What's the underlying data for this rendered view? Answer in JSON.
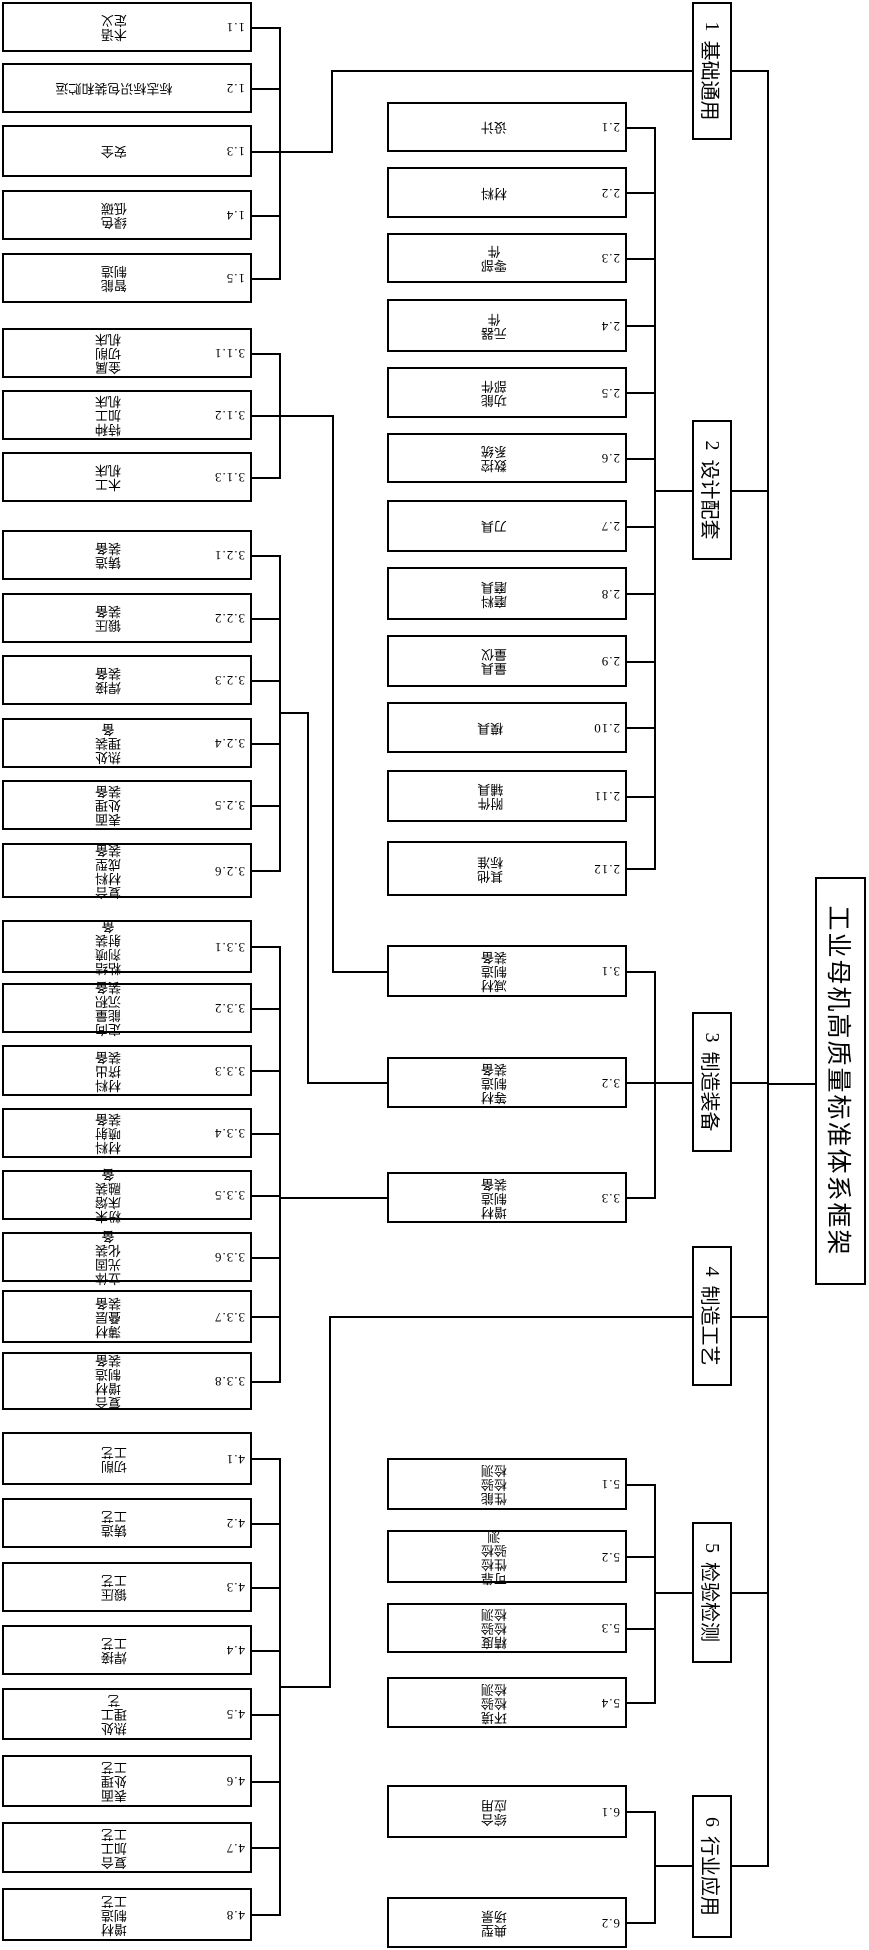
{
  "page": {
    "background": "#ffffff",
    "line_color": "#000000",
    "box_border_color": "#000000"
  },
  "tree": {
    "root": {
      "name": "工业母机高质量标准体系框架"
    },
    "categories": [
      {
        "num": "1",
        "name": "基础通用",
        "children": [
          {
            "num": "1.1",
            "name": "术语\n定义"
          },
          {
            "num": "1.2",
            "name": "标志标识包装和贮运"
          },
          {
            "num": "1.3",
            "name": "安全"
          },
          {
            "num": "1.4",
            "name": "绿色\n低碳"
          },
          {
            "num": "1.5",
            "name": "智能\n制造"
          }
        ]
      },
      {
        "num": "2",
        "name": "设计配套",
        "children": [
          {
            "num": "2.1",
            "name": "设计"
          },
          {
            "num": "2.2",
            "name": "材料"
          },
          {
            "num": "2.3",
            "name": "零部\n件"
          },
          {
            "num": "2.4",
            "name": "元器\n件"
          },
          {
            "num": "2.5",
            "name": "功能\n部件"
          },
          {
            "num": "2.6",
            "name": "数控\n系统"
          },
          {
            "num": "2.7",
            "name": "刀具"
          },
          {
            "num": "2.8",
            "name": "磨料\n磨具"
          },
          {
            "num": "2.9",
            "name": "量具\n量仪"
          },
          {
            "num": "2.10",
            "name": "模具"
          },
          {
            "num": "2.11",
            "name": "附件\n辅具"
          },
          {
            "num": "2.12",
            "name": "其他\n标准"
          }
        ]
      },
      {
        "num": "3",
        "name": "制造装备",
        "children": [
          {
            "num": "3.1",
            "name": "减材\n制造\n装备",
            "children": [
              {
                "num": "3.1.1",
                "name": "金属\n切削\n机床"
              },
              {
                "num": "3.1.2",
                "name": "特种\n加工\n机床"
              },
              {
                "num": "3.1.3",
                "name": "木工\n机床"
              }
            ]
          },
          {
            "num": "3.2",
            "name": "等材\n制造\n装备",
            "children": [
              {
                "num": "3.2.1",
                "name": "铸造\n装备"
              },
              {
                "num": "3.2.2",
                "name": "锻压\n装备"
              },
              {
                "num": "3.2.3",
                "name": "焊接\n装备"
              },
              {
                "num": "3.2.4",
                "name": "热处\n理装\n备"
              },
              {
                "num": "3.2.5",
                "name": "表面\n处理\n装备"
              },
              {
                "num": "3.2.6",
                "name": "复合\n材料\n成型\n装备"
              }
            ]
          },
          {
            "num": "3.3",
            "name": "增材\n制造\n装备",
            "children": [
              {
                "num": "3.3.1",
                "name": "粘结\n剂喷\n射装\n备"
              },
              {
                "num": "3.3.2",
                "name": "定向\n能量\n沉积\n装备"
              },
              {
                "num": "3.3.3",
                "name": "材料\n挤出\n装备"
              },
              {
                "num": "3.3.4",
                "name": "材料\n喷射\n装备"
              },
              {
                "num": "3.3.5",
                "name": "粉末\n床熔\n融装\n备"
              },
              {
                "num": "3.3.6",
                "name": "立体\n光固\n化装\n备"
              },
              {
                "num": "3.3.7",
                "name": "薄材\n叠层\n装备"
              },
              {
                "num": "3.3.8",
                "name": "复合\n增材\n制造\n装备"
              }
            ]
          }
        ]
      },
      {
        "num": "4",
        "name": "制造工艺",
        "children": [
          {
            "num": "4.1",
            "name": "切削\n工艺"
          },
          {
            "num": "4.2",
            "name": "铸造\n工艺"
          },
          {
            "num": "4.3",
            "name": "锻压\n工艺"
          },
          {
            "num": "4.4",
            "name": "焊接\n工艺"
          },
          {
            "num": "4.5",
            "name": "热处\n理工\n艺"
          },
          {
            "num": "4.6",
            "name": "表面\n处理\n工艺"
          },
          {
            "num": "4.7",
            "name": "复合\n加工\n工艺"
          },
          {
            "num": "4.8",
            "name": "增材\n制造\n工艺"
          }
        ]
      },
      {
        "num": "5",
        "name": "检验检测",
        "children": [
          {
            "num": "5.1",
            "name": "性能\n检验\n检测"
          },
          {
            "num": "5.2",
            "name": "可靠\n性检\n验检\n测"
          },
          {
            "num": "5.3",
            "name": "精度\n检验\n检测"
          },
          {
            "num": "5.4",
            "name": "环境\n检验\n检测"
          }
        ]
      },
      {
        "num": "6",
        "name": "行业应用",
        "children": [
          {
            "num": "6.1",
            "name": "综合\n应用"
          },
          {
            "num": "6.2",
            "name": "典型\n场景"
          }
        ]
      }
    ]
  }
}
